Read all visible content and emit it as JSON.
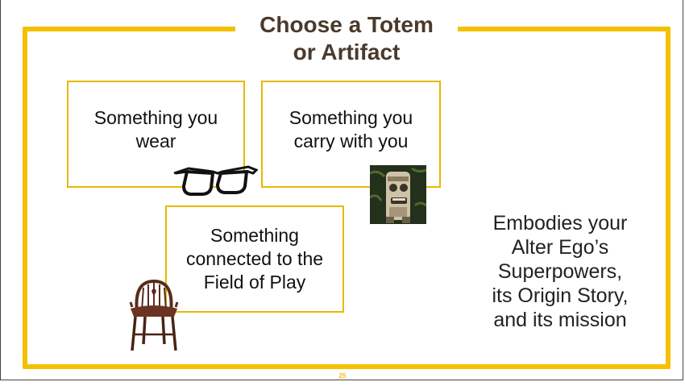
{
  "slide": {
    "title_line1": "Choose a Totem",
    "title_line2": "or Artifact",
    "boxes": [
      {
        "line1": "Something you",
        "line2": "wear"
      },
      {
        "line1": "Something you",
        "line2": "carry with you"
      },
      {
        "line1": "Something",
        "line2": "connected to the",
        "line3": "Field of Play"
      }
    ],
    "side_text": [
      "Embodies your",
      "Alter Ego’s",
      "Superpowers,",
      "its Origin Story,",
      "and its mission"
    ],
    "page_number": "25"
  },
  "images": {
    "glasses": "glasses-icon",
    "totem": "tiki-totem-image",
    "chair": "windsor-chair-image"
  },
  "colors": {
    "accent": "#F5C000",
    "title": "#4a3a2c"
  }
}
